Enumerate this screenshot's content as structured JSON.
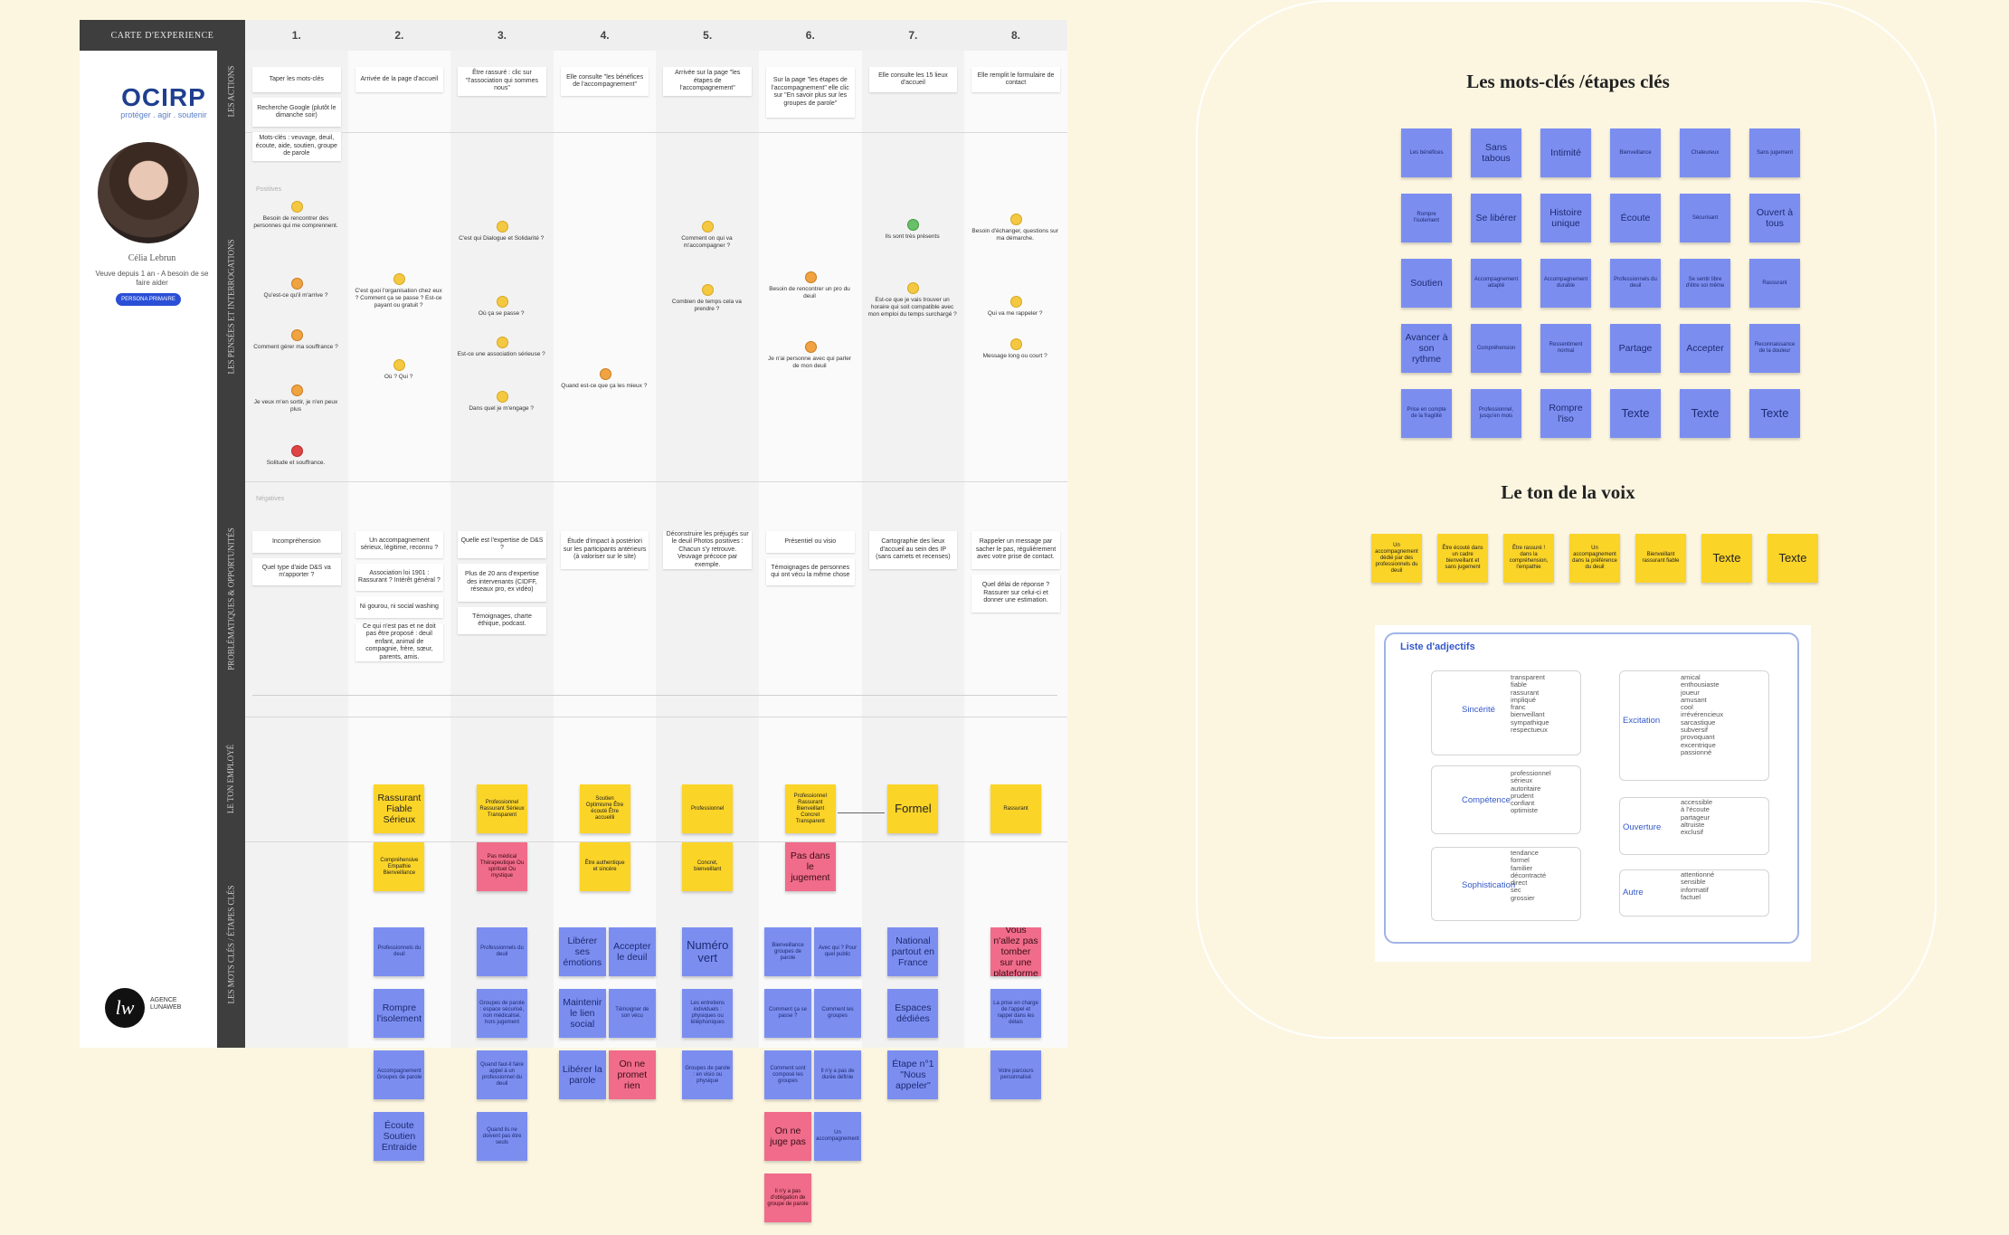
{
  "map": {
    "header_left": "CARTE D'EXPERIENCE",
    "logo": {
      "word": "OCIRP",
      "tagline": "protéger . agir . soutenir"
    },
    "persona": {
      "name": "Célia Lebrun",
      "desc": "Veuve depuis 1 an - A besoin de se faire aider",
      "badge": "PERSONA PRIMAIRE"
    },
    "agency": {
      "line1": "AGENCE",
      "line2": "LUNAWEB"
    },
    "rows": [
      "LES ACTIONS",
      "LES PENSÉES ET INTERROGATIONS",
      "PROBLÉMATIQUES & OPPORTUNITÉS",
      "LE TON EMPLOYÉ",
      "LES MOTS CLÉS / ÉTAPES CLÉS"
    ],
    "columns": [
      "1.",
      "2.",
      "3.",
      "4.",
      "5.",
      "6.",
      "7.",
      "8."
    ],
    "positive_label": "Positives",
    "negative_label": "Négatives",
    "actions": [
      [
        "Taper les mots-clés",
        "Recherche Google (plutôt le dimanche soir)",
        "Mots-clés : veuvage, deuil, écoute, aide, soutien, groupe de parole"
      ],
      [
        "Arrivée de la page d'accueil"
      ],
      [
        "Être rassuré : clic sur \"l'association qui sommes nous\""
      ],
      [
        "Elle consulte \"les bénéfices de l'accompagnement\""
      ],
      [
        "Arrivée sur la page \"les étapes de l'accompagnement\""
      ],
      [
        "Sur la page \"les étapes de l'accompagnement\" elle clic sur \"En savoir plus sur les groupes de parole\""
      ],
      [
        "Elle consulte les 15 lieux d'accueil"
      ],
      [
        "Elle remplit le formulaire de contact"
      ]
    ],
    "thoughts": [
      [
        "Besoin de rencontrer des personnes qui me comprennent.",
        "Qu'est-ce qu'il m'arrive ?",
        "Comment gérer ma souffrance ?",
        "Je veux m'en sortir, je n'en peux plus",
        "Solitude et souffrance."
      ],
      [
        "C'est quoi l'organisation chez eux ? Comment ça se passe ? Est-ce payant ou gratuit ?",
        "Où ? Qui ?"
      ],
      [
        "C'est qui Dialogue et Solidarité ?",
        "Où ça se passe ?",
        "Est-ce une association sérieuse ?",
        "Dans quel je m'engage ?"
      ],
      [
        "Quand est-ce que ça les mieux ?"
      ],
      [
        "Comment on qui va m'accompagner ?",
        "Combien de temps cela va prendre ?"
      ],
      [
        "Besoin de rencontrer un pro du deuil",
        "Je n'ai personne avec qui parler de mon deuil"
      ],
      [
        "Ils sont très présents",
        "Est-ce que je vais trouver un horaire qui soit compatible avec mon emploi du temps surchargé ?"
      ],
      [
        "Besoin d'échanger, questions sur ma démarche.",
        "Qui va me rappeler ?",
        "Message long ou court ?"
      ]
    ],
    "problems": [
      [
        "Incompréhension",
        "Quel type d'aide D&S va m'apporter ?"
      ],
      [
        "Un accompagnement sérieux, légitime, reconnu ?",
        "Association loi 1901 : Rassurant ? Intérêt général ?",
        "Ni gourou, ni social washing",
        "Ce qui n'est pas et ne doit pas être proposé : deuil enfant, animal de compagnie, frère, sœur, parents, amis."
      ],
      [
        "Quelle est l'expertise de D&S ?",
        "Plus de 20 ans d'expertise des intervenants (CIDFF, réseaux pro, ex vidéo)",
        "Témoignages, charte éthique, podcast."
      ],
      [
        "Étude d'impact à postériori sur les participants antérieurs (à valoriser sur le site)"
      ],
      [
        "Déconstruire les préjugés sur le deuil Photos positives : Chacun s'y retrouve. Veuvage précoce par exemple."
      ],
      [
        "Présentiel ou visio",
        "Témoignages de personnes qui ont vécu la même chose"
      ],
      [
        "Cartographie des lieux d'accueil au sein des IP (sans carnets et recenses)"
      ],
      [
        "Rappeler un message par sacher le pas, régulièrement avec votre prise de contact.",
        "Quel délai de réponse ? Rassurer sur celui-ci et donner une estimation."
      ]
    ],
    "tone": [
      [],
      [
        [
          "Rassurant Fiable Sérieux",
          "yellow",
          "mid"
        ],
        [
          "Compréhensive Empathie Bienveillance",
          "yellow",
          "small"
        ]
      ],
      [
        [
          "Professionnel Rassurant Sérieux Transparent",
          "yellow",
          "small"
        ],
        [
          "Pas médical Thérapeutique Ou spirituel Ou mystique",
          "pink",
          "small"
        ]
      ],
      [
        [
          "Soutien Optimisme Être écouté Être accueilli",
          "yellow",
          "small"
        ],
        [
          "Être authentique et sincère",
          "yellow",
          "small"
        ]
      ],
      [
        [
          "Professionnel",
          "yellow",
          "small"
        ],
        [
          "Concret, bienveillant",
          "yellow",
          "small"
        ]
      ],
      [
        [
          "Professionnel Rassurant Bienveillant Concret Transparent",
          "yellow",
          "small"
        ],
        [
          "Pas dans le jugement",
          "pink",
          "mid"
        ]
      ],
      [
        [
          "Formel",
          "yellow",
          "big"
        ]
      ],
      [
        [
          "Rassurant",
          "yellow",
          "small"
        ]
      ]
    ],
    "keywords": [
      [],
      [
        [
          "Professionnels du deuil",
          "blue",
          "small"
        ],
        [
          "Rompre l'isolement",
          "blue",
          "mid"
        ],
        [
          "Accompagnement Groupes de parole",
          "blue",
          "small"
        ],
        [
          "Écoute Soutien Entraide",
          "blue",
          "mid"
        ]
      ],
      [
        [
          "Professionnels du deuil",
          "blue",
          "small"
        ],
        [
          "Groupes de parole : espace sécurisé, non médicalisé, hors jugement",
          "blue",
          "small"
        ],
        [
          "Quand faut-il faire appel à un professionnel du deuil",
          "blue",
          "small"
        ],
        [
          "Quand ils ne doivent pas être seuls",
          "blue",
          "small"
        ]
      ],
      [
        [
          "Libérer ses émotions",
          "blue",
          "mid"
        ],
        [
          "Accepter le deuil",
          "blue",
          "mid"
        ],
        [
          "Maintenir le lien social",
          "blue",
          "mid"
        ],
        [
          "Témoigner de son vécu",
          "blue",
          "small"
        ],
        [
          "Libérer la parole",
          "blue",
          "mid"
        ],
        [
          "On ne promet rien",
          "pink",
          "mid"
        ]
      ],
      [
        [
          "Numéro vert",
          "blue",
          "big"
        ],
        [
          "Les entretiens individuels : physiques ou téléphoniques",
          "blue",
          "small"
        ],
        [
          "Groupes de parole : en visio ou physique",
          "blue",
          "small"
        ]
      ],
      [
        [
          "Bienveillance groupes de parole",
          "blue",
          "small"
        ],
        [
          "Avec qui ? Pour quel public",
          "blue",
          "small"
        ],
        [
          "Comment ça se passe ?",
          "blue",
          "small"
        ],
        [
          "Comment les groupes",
          "blue",
          "small"
        ],
        [
          "Comment sont composé les groupes",
          "blue",
          "small"
        ],
        [
          "Il n'y a pas de durée définie",
          "blue",
          "small"
        ],
        [
          "On ne juge pas",
          "pink",
          "mid"
        ],
        [
          "Un accompagnement",
          "blue",
          "small"
        ],
        [
          "Il n'y a pas d'obligation de groupe de parole",
          "pink",
          "small"
        ]
      ],
      [
        [
          "National partout en France",
          "blue",
          "mid"
        ],
        [
          "Espaces dédiées",
          "blue",
          "mid"
        ],
        [
          "Étape n°1 \"Nous appeler\"",
          "blue",
          "mid"
        ]
      ],
      [
        [
          "Vous n'allez pas tomber sur une plateforme",
          "pink",
          "mid"
        ],
        [
          "La prise en charge de l'appel et rappel dans les délais",
          "blue",
          "small"
        ],
        [
          "Votre parcours personnalisé",
          "blue",
          "small"
        ]
      ]
    ]
  },
  "right": {
    "title_keywords": "Les mots-clés /étapes clés",
    "keywords": [
      [
        "Les bénéfices",
        "small"
      ],
      [
        "Sans tabous",
        "mid"
      ],
      [
        "Intimité",
        "mid"
      ],
      [
        "Bienveillance",
        "small"
      ],
      [
        "Chaleureux",
        "small"
      ],
      [
        "Sans jugement",
        "small"
      ],
      [
        "Rompre l'isolement",
        "small"
      ],
      [
        "Se libérer",
        "mid"
      ],
      [
        "Histoire unique",
        "mid"
      ],
      [
        "Écoute",
        "mid"
      ],
      [
        "Sécurisant",
        "small"
      ],
      [
        "Ouvert à tous",
        "mid"
      ],
      [
        "Soutien",
        "mid"
      ],
      [
        "Accompagnement adapté",
        "small"
      ],
      [
        "Accompagnement durable",
        "small"
      ],
      [
        "Professionnels du deuil",
        "small"
      ],
      [
        "Se sentir libre d'être soi même",
        "small"
      ],
      [
        "Rassurant",
        "small"
      ],
      [
        "Avancer à son rythme",
        "mid"
      ],
      [
        "Compréhension",
        "small"
      ],
      [
        "Ressentiment normal",
        "small"
      ],
      [
        "Partage",
        "mid"
      ],
      [
        "Accepter",
        "mid"
      ],
      [
        "Reconnaissance de la douleur",
        "small"
      ],
      [
        "Prise en compte de la fragilité",
        "small"
      ],
      [
        "Professionnel, jusqu'en mois",
        "small"
      ],
      [
        "Rompre l'iso",
        "mid"
      ],
      [
        "Texte",
        "big"
      ],
      [
        "Texte",
        "big"
      ],
      [
        "Texte",
        "big"
      ]
    ],
    "title_tone": "Le ton de la voix",
    "tone": [
      [
        "Un accompagnement dédié par des professionnels du deuil",
        "small"
      ],
      [
        "Être écouté dans un cadre bienveillant et sans jugement",
        "small"
      ],
      [
        "Être rassuré ! dans la compréhension, l'empathie",
        "small"
      ],
      [
        "Un accompagnement dans la préférence du deuil",
        "small"
      ],
      [
        "Bienveillant rassurant fiable",
        "small"
      ],
      [
        "Texte",
        "big"
      ],
      [
        "Texte",
        "big"
      ]
    ],
    "adjectives": {
      "title": "Liste d'adjectifs",
      "groups": [
        {
          "name": "Sincérité",
          "words": "transparent\nfiable\nrassurant\nimpliqué\nfranc\nbienveillant\nsympathique\nrespectueux"
        },
        {
          "name": "Excitation",
          "words": "amical\nenthousiaste\njoueur\namusant\ncool\nirrévérencieux\nsarcastique\nsubversif\nprovoquant\nexcentrique\npassionné"
        },
        {
          "name": "Compétence",
          "words": "professionnel\nsérieux\nautoritaire\nprudent\nconfiant\noptimiste"
        },
        {
          "name": "Ouverture",
          "words": "accessible\nà l'écoute\npartageur\naltruiste\nexclusif"
        },
        {
          "name": "Sophistication",
          "words": "tendance\nformel\nfamilier\ndécontracté\ndirect\nsec\ngrossier"
        },
        {
          "name": "Autre",
          "words": "attentionné\nsensible\ninformatif\nfactuel"
        }
      ]
    }
  }
}
